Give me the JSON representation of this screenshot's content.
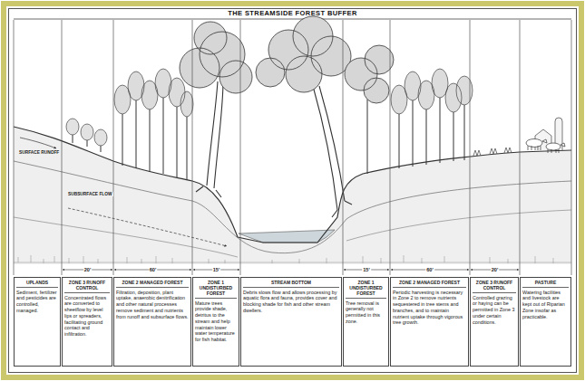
{
  "diagram": {
    "title": "THE STREAMSIDE FOREST BUFFER",
    "nodes": [
      {
        "text": [
          "UPLANDS",
          "Sediment, fertilizer and pesticides are controlled, managed."
        ]
      },
      {
        "text": [
          "ZONE 3 RUNOFF CONTROL",
          "Concentrated flows are converted to sheetflow by level lips or spreaders, facilitating ground contact and infiltration."
        ]
      },
      {
        "text": [
          "ZONE 2 MANAGED FOREST",
          "Filtration, deposition, plant uptake, anaerobic denitrification and other natural processes remove sediment and nutrients from runoff and subsurface flows."
        ]
      },
      {
        "text": [
          "ZONE 1 UNDISTURBED FOREST",
          "Mature trees provide shade, detritus to the stream and help maintain lower water temperature for fish habitat."
        ]
      },
      {
        "text": [
          "STREAM BOTTOM",
          "Debris slows flow and allows processing by aquatic flora and fauna, provides cover and blocking shade for fish and other stream dwellers."
        ]
      },
      {
        "text": [
          "ZONE 1 UNDISTURBED FOREST",
          "Tree removal is generally not permitted in this zone."
        ]
      },
      {
        "text": [
          "ZONE 2 MANAGED FOREST",
          "Periodic harvesting is necessary in Zone 2 to remove nutrients sequestered in tree stems and branches, and to maintain nutrient uptake through vigorous tree growth."
        ]
      },
      {
        "text": [
          "ZONE 3 RUNOFF CONTROL",
          "Controlled grazing or haying can be permitted in Zone 3 under certain conditions."
        ]
      },
      {
        "text": [
          "PASTURE",
          "Watering facilities and livestock are kept out of Riparian Zone insofar as practicable."
        ]
      }
    ],
    "labels": [
      "20'",
      "60'",
      "15'",
      "15'",
      "60'",
      "20'",
      "SURFACE RUNOFF",
      "SUBSURFACE FLOW"
    ]
  }
}
